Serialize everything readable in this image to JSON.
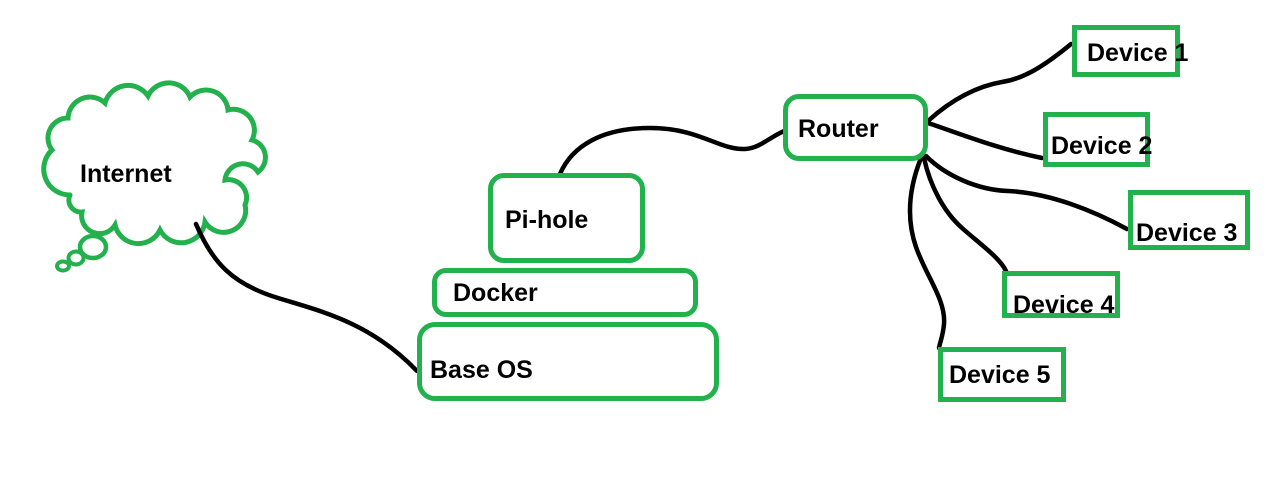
{
  "diagram": {
    "colors": {
      "accent_green": "#22b14c",
      "line_black": "#000000",
      "background": "#ffffff"
    },
    "nodes": {
      "internet": {
        "label": "Internet",
        "shape": "thought-cloud"
      },
      "pihole": {
        "label": "Pi-hole",
        "shape": "rounded-rect"
      },
      "docker": {
        "label": "Docker",
        "shape": "rounded-rect"
      },
      "base_os": {
        "label": "Base OS",
        "shape": "rounded-rect"
      },
      "router": {
        "label": "Router",
        "shape": "rounded-rect"
      }
    },
    "devices": [
      {
        "label": "Device 1"
      },
      {
        "label": "Device 2"
      },
      {
        "label": "Device 3"
      },
      {
        "label": "Device 4"
      },
      {
        "label": "Device 5"
      }
    ],
    "edges": [
      {
        "from": "Internet",
        "to": "Base OS"
      },
      {
        "from": "Pi-hole",
        "to": "Router"
      },
      {
        "from": "Router",
        "to": "Device 1"
      },
      {
        "from": "Router",
        "to": "Device 2"
      },
      {
        "from": "Router",
        "to": "Device 3"
      },
      {
        "from": "Router",
        "to": "Device 4"
      },
      {
        "from": "Router",
        "to": "Device 5"
      }
    ]
  }
}
